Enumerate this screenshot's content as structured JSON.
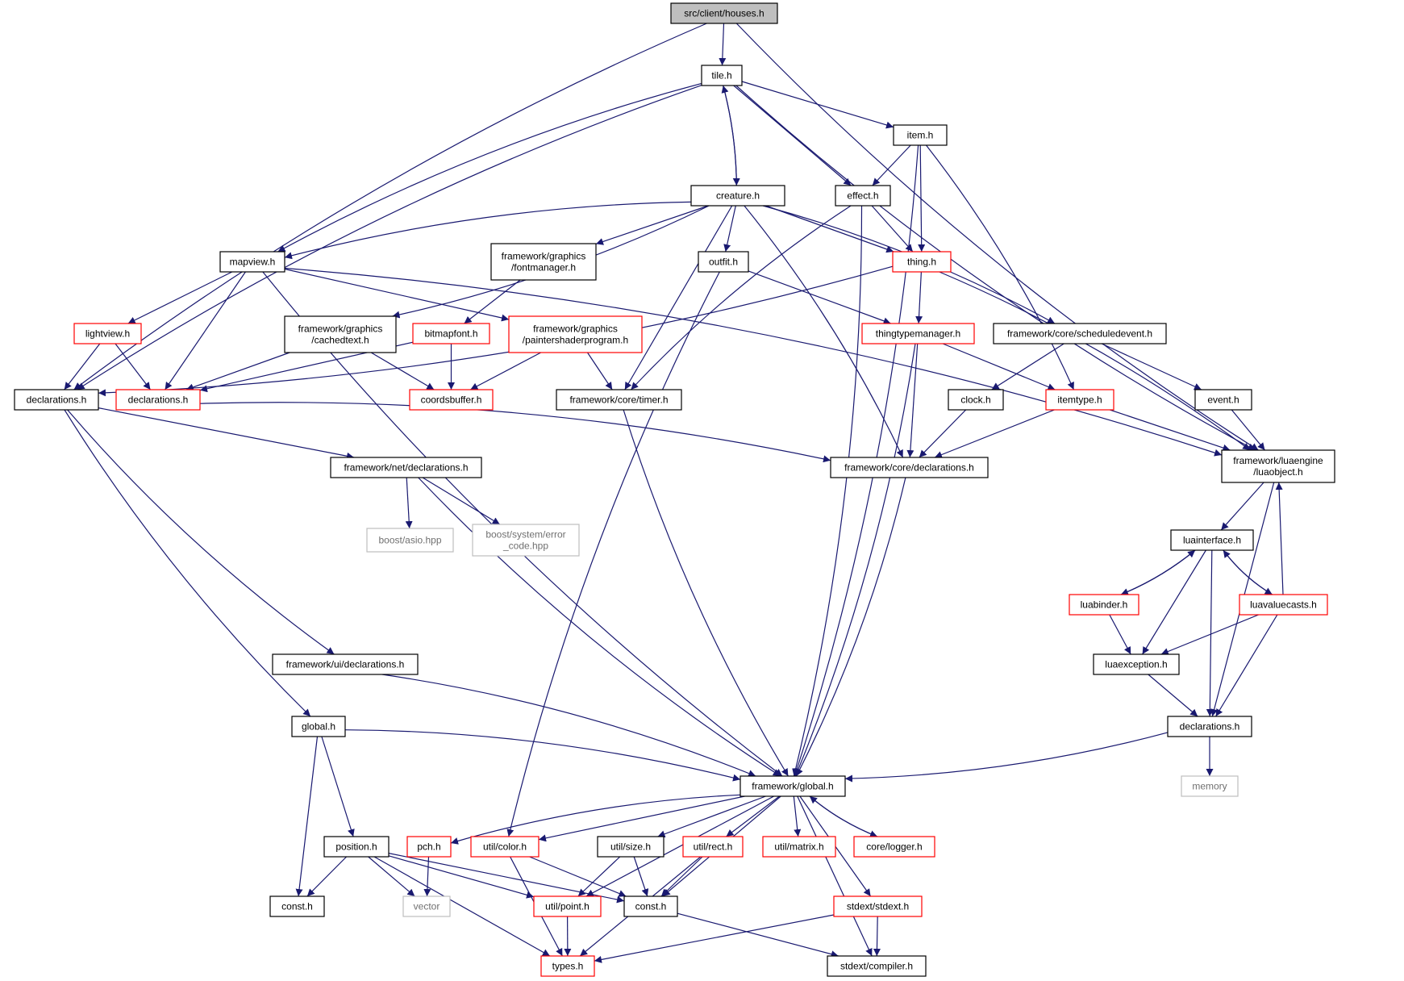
{
  "colors": {
    "edge": "#191970",
    "root_fill": "#bfbfbf",
    "border_normal": "#000000",
    "border_truncated": "#ff0000",
    "border_external": "#bfbfbf",
    "node_fill": "#ffffff"
  },
  "graph": {
    "nodes": [
      {
        "id": "houses",
        "lines": [
          "src/client/houses.h"
        ],
        "kind": "root"
      },
      {
        "id": "tile",
        "lines": [
          "tile.h"
        ],
        "kind": "normal"
      },
      {
        "id": "item",
        "lines": [
          "item.h"
        ],
        "kind": "normal"
      },
      {
        "id": "creature",
        "lines": [
          "creature.h"
        ],
        "kind": "normal"
      },
      {
        "id": "effect",
        "lines": [
          "effect.h"
        ],
        "kind": "normal"
      },
      {
        "id": "mapview",
        "lines": [
          "mapview.h"
        ],
        "kind": "normal"
      },
      {
        "id": "fontmanager",
        "lines": [
          "framework/graphics",
          "/fontmanager.h"
        ],
        "kind": "normal"
      },
      {
        "id": "outfit",
        "lines": [
          "outfit.h"
        ],
        "kind": "normal"
      },
      {
        "id": "thing",
        "lines": [
          "thing.h"
        ],
        "kind": "truncated"
      },
      {
        "id": "lightview",
        "lines": [
          "lightview.h"
        ],
        "kind": "truncated"
      },
      {
        "id": "cachedtext",
        "lines": [
          "framework/graphics",
          "/cachedtext.h"
        ],
        "kind": "normal"
      },
      {
        "id": "bitmapfont",
        "lines": [
          "bitmapfont.h"
        ],
        "kind": "truncated"
      },
      {
        "id": "paintershader",
        "lines": [
          "framework/graphics",
          "/paintershaderprogram.h"
        ],
        "kind": "truncated"
      },
      {
        "id": "thingtypemanager",
        "lines": [
          "thingtypemanager.h"
        ],
        "kind": "truncated"
      },
      {
        "id": "scheduledevent",
        "lines": [
          "framework/core/scheduledevent.h"
        ],
        "kind": "normal"
      },
      {
        "id": "decl_left",
        "lines": [
          "declarations.h"
        ],
        "kind": "normal"
      },
      {
        "id": "decl_red",
        "lines": [
          "declarations.h"
        ],
        "kind": "truncated"
      },
      {
        "id": "coordsbuffer",
        "lines": [
          "coordsbuffer.h"
        ],
        "kind": "truncated"
      },
      {
        "id": "timer",
        "lines": [
          "framework/core/timer.h"
        ],
        "kind": "normal"
      },
      {
        "id": "clock",
        "lines": [
          "clock.h"
        ],
        "kind": "normal"
      },
      {
        "id": "itemtype",
        "lines": [
          "itemtype.h"
        ],
        "kind": "truncated"
      },
      {
        "id": "event",
        "lines": [
          "event.h"
        ],
        "kind": "normal"
      },
      {
        "id": "luaobject",
        "lines": [
          "framework/luaengine",
          "/luaobject.h"
        ],
        "kind": "normal"
      },
      {
        "id": "netdecl",
        "lines": [
          "framework/net/declarations.h"
        ],
        "kind": "normal"
      },
      {
        "id": "coredecl",
        "lines": [
          "framework/core/declarations.h"
        ],
        "kind": "normal"
      },
      {
        "id": "asio",
        "lines": [
          "boost/asio.hpp"
        ],
        "kind": "external"
      },
      {
        "id": "errorcode",
        "lines": [
          "boost/system/error",
          "_code.hpp"
        ],
        "kind": "external"
      },
      {
        "id": "luainterface",
        "lines": [
          "luainterface.h"
        ],
        "kind": "normal"
      },
      {
        "id": "luabinder",
        "lines": [
          "luabinder.h"
        ],
        "kind": "truncated"
      },
      {
        "id": "luavaluecasts",
        "lines": [
          "luavaluecasts.h"
        ],
        "kind": "truncated"
      },
      {
        "id": "uidecl",
        "lines": [
          "framework/ui/declarations.h"
        ],
        "kind": "normal"
      },
      {
        "id": "luaexception",
        "lines": [
          "luaexception.h"
        ],
        "kind": "normal"
      },
      {
        "id": "global",
        "lines": [
          "global.h"
        ],
        "kind": "normal"
      },
      {
        "id": "decl_lua",
        "lines": [
          "declarations.h"
        ],
        "kind": "normal"
      },
      {
        "id": "fwglobal",
        "lines": [
          "framework/global.h"
        ],
        "kind": "normal"
      },
      {
        "id": "memory",
        "lines": [
          "memory"
        ],
        "kind": "external"
      },
      {
        "id": "position",
        "lines": [
          "position.h"
        ],
        "kind": "normal"
      },
      {
        "id": "pch",
        "lines": [
          "pch.h"
        ],
        "kind": "truncated"
      },
      {
        "id": "color",
        "lines": [
          "util/color.h"
        ],
        "kind": "truncated"
      },
      {
        "id": "size",
        "lines": [
          "util/size.h"
        ],
        "kind": "normal"
      },
      {
        "id": "rect",
        "lines": [
          "util/rect.h"
        ],
        "kind": "truncated"
      },
      {
        "id": "matrix",
        "lines": [
          "util/matrix.h"
        ],
        "kind": "truncated"
      },
      {
        "id": "logger",
        "lines": [
          "core/logger.h"
        ],
        "kind": "truncated"
      },
      {
        "id": "const_left",
        "lines": [
          "const.h"
        ],
        "kind": "normal"
      },
      {
        "id": "vector",
        "lines": [
          "vector"
        ],
        "kind": "external"
      },
      {
        "id": "point",
        "lines": [
          "util/point.h"
        ],
        "kind": "truncated"
      },
      {
        "id": "const_mid",
        "lines": [
          "const.h"
        ],
        "kind": "normal"
      },
      {
        "id": "stdext",
        "lines": [
          "stdext/stdext.h"
        ],
        "kind": "truncated"
      },
      {
        "id": "types",
        "lines": [
          "types.h"
        ],
        "kind": "truncated"
      },
      {
        "id": "compiler",
        "lines": [
          "stdext/compiler.h"
        ],
        "kind": "normal"
      }
    ],
    "edges": [
      [
        "houses",
        "tile"
      ],
      [
        "houses",
        "decl_left"
      ],
      [
        "houses",
        "luaobject"
      ],
      [
        "tile",
        "creature"
      ],
      [
        "creature",
        "tile"
      ],
      [
        "tile",
        "item"
      ],
      [
        "tile",
        "effect"
      ],
      [
        "tile",
        "mapview"
      ],
      [
        "tile",
        "decl_left"
      ],
      [
        "tile",
        "luaobject"
      ],
      [
        "item",
        "effect"
      ],
      [
        "item",
        "thing"
      ],
      [
        "item",
        "itemtype"
      ],
      [
        "item",
        "fwglobal"
      ],
      [
        "effect",
        "thing"
      ],
      [
        "effect",
        "timer"
      ],
      [
        "effect",
        "fwglobal"
      ],
      [
        "creature",
        "mapview"
      ],
      [
        "creature",
        "fontmanager"
      ],
      [
        "creature",
        "outfit"
      ],
      [
        "creature",
        "thing"
      ],
      [
        "creature",
        "cachedtext"
      ],
      [
        "creature",
        "timer"
      ],
      [
        "creature",
        "coredecl"
      ],
      [
        "creature",
        "scheduledevent"
      ],
      [
        "mapview",
        "lightview"
      ],
      [
        "mapview",
        "decl_red"
      ],
      [
        "mapview",
        "paintershader"
      ],
      [
        "mapview",
        "luaobject"
      ],
      [
        "mapview",
        "fwglobal"
      ],
      [
        "fontmanager",
        "bitmapfont"
      ],
      [
        "outfit",
        "thingtypemanager"
      ],
      [
        "outfit",
        "color"
      ],
      [
        "thing",
        "thingtypemanager"
      ],
      [
        "thing",
        "luaobject"
      ],
      [
        "thing",
        "decl_left"
      ],
      [
        "lightview",
        "decl_left"
      ],
      [
        "lightview",
        "decl_red"
      ],
      [
        "cachedtext",
        "coordsbuffer"
      ],
      [
        "cachedtext",
        "decl_red"
      ],
      [
        "bitmapfont",
        "coordsbuffer"
      ],
      [
        "bitmapfont",
        "decl_red"
      ],
      [
        "paintershader",
        "coordsbuffer"
      ],
      [
        "paintershader",
        "timer"
      ],
      [
        "thingtypemanager",
        "itemtype"
      ],
      [
        "thingtypemanager",
        "coredecl"
      ],
      [
        "thingtypemanager",
        "fwglobal"
      ],
      [
        "scheduledevent",
        "clock"
      ],
      [
        "scheduledevent",
        "event"
      ],
      [
        "decl_left",
        "netdecl"
      ],
      [
        "decl_left",
        "uidecl"
      ],
      [
        "decl_left",
        "global"
      ],
      [
        "decl_red",
        "coredecl"
      ],
      [
        "timer",
        "fwglobal"
      ],
      [
        "clock",
        "coredecl"
      ],
      [
        "itemtype",
        "coredecl"
      ],
      [
        "itemtype",
        "luaobject"
      ],
      [
        "event",
        "luaobject"
      ],
      [
        "luaobject",
        "luainterface"
      ],
      [
        "luaobject",
        "decl_lua"
      ],
      [
        "netdecl",
        "asio"
      ],
      [
        "netdecl",
        "errorcode"
      ],
      [
        "netdecl",
        "fwglobal"
      ],
      [
        "coredecl",
        "fwglobal"
      ],
      [
        "luainterface",
        "luabinder"
      ],
      [
        "luabinder",
        "luainterface"
      ],
      [
        "luainterface",
        "luavaluecasts"
      ],
      [
        "luavaluecasts",
        "luainterface"
      ],
      [
        "luainterface",
        "luaexception"
      ],
      [
        "luainterface",
        "decl_lua"
      ],
      [
        "luabinder",
        "luaexception"
      ],
      [
        "luavaluecasts",
        "luaexception"
      ],
      [
        "luavaluecasts",
        "decl_lua"
      ],
      [
        "luavaluecasts",
        "luaobject"
      ],
      [
        "uidecl",
        "fwglobal"
      ],
      [
        "luaexception",
        "decl_lua"
      ],
      [
        "global",
        "fwglobal"
      ],
      [
        "global",
        "position"
      ],
      [
        "global",
        "const_left"
      ],
      [
        "decl_lua",
        "fwglobal"
      ],
      [
        "decl_lua",
        "memory"
      ],
      [
        "fwglobal",
        "pch"
      ],
      [
        "fwglobal",
        "color"
      ],
      [
        "fwglobal",
        "size"
      ],
      [
        "fwglobal",
        "rect"
      ],
      [
        "fwglobal",
        "matrix"
      ],
      [
        "fwglobal",
        "logger"
      ],
      [
        "logger",
        "fwglobal"
      ],
      [
        "fwglobal",
        "point"
      ],
      [
        "fwglobal",
        "const_mid"
      ],
      [
        "fwglobal",
        "stdext"
      ],
      [
        "fwglobal",
        "compiler"
      ],
      [
        "position",
        "const_left"
      ],
      [
        "position",
        "vector"
      ],
      [
        "position",
        "point"
      ],
      [
        "position",
        "const_mid"
      ],
      [
        "position",
        "types"
      ],
      [
        "pch",
        "vector"
      ],
      [
        "color",
        "const_mid"
      ],
      [
        "color",
        "types"
      ],
      [
        "size",
        "point"
      ],
      [
        "size",
        "const_mid"
      ],
      [
        "rect",
        "const_mid"
      ],
      [
        "rect",
        "types"
      ],
      [
        "point",
        "types"
      ],
      [
        "const_mid",
        "compiler"
      ],
      [
        "stdext",
        "types"
      ],
      [
        "stdext",
        "compiler"
      ]
    ]
  }
}
